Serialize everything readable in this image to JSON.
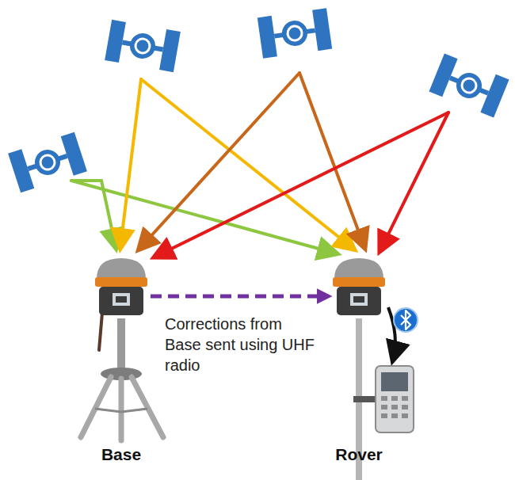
{
  "diagram": {
    "nodes": [
      {
        "text": [
          "Base"
        ]
      },
      {
        "text": [
          "Rover"
        ]
      }
    ],
    "edges": [
      {
        "from": 0,
        "to": 1,
        "arrow": "to",
        "label": "Corrections from Base sent using UHF radio"
      }
    ]
  }
}
